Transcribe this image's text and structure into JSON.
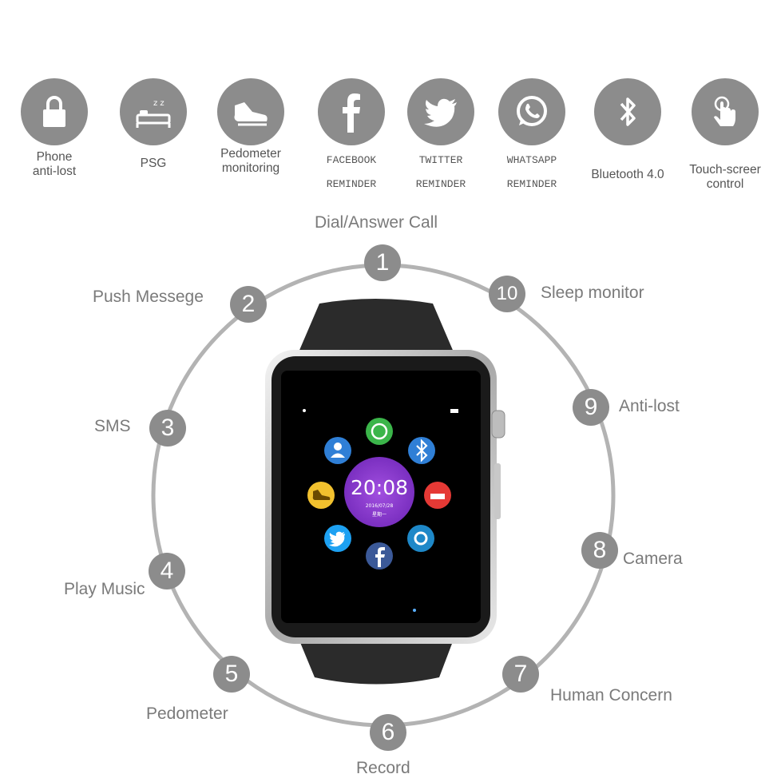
{
  "features": [
    {
      "id": "phone-anti-lost",
      "icon": "lock-icon",
      "label_lines": [
        "Phone",
        "anti-lost"
      ]
    },
    {
      "id": "psg",
      "icon": "sleep-bed-icon",
      "label_lines": [
        "PSG"
      ]
    },
    {
      "id": "pedometer-monitoring",
      "icon": "shoe-icon",
      "label_lines": [
        "Pedometer",
        "monitoring"
      ]
    },
    {
      "id": "facebook-reminder",
      "icon": "facebook-icon",
      "label_lines": [
        "FACEBOOK",
        "REMINDER"
      ]
    },
    {
      "id": "twitter-reminder",
      "icon": "twitter-bird-icon",
      "label_lines": [
        "TWITTER",
        "REMINDER"
      ]
    },
    {
      "id": "whatsapp-reminder",
      "icon": "whatsapp-icon",
      "label_lines": [
        "WHATSAPP",
        "REMINDER"
      ]
    },
    {
      "id": "bluetooth",
      "icon": "bluetooth-icon",
      "label_lines": [
        "Bluetooth 4.0"
      ]
    },
    {
      "id": "touch-screen-control",
      "icon": "touch-hand-icon",
      "label_lines": [
        "Touch-screer",
        "control"
      ]
    }
  ],
  "ring": [
    {
      "number": "1",
      "label": "Dial/Answer Call"
    },
    {
      "number": "2",
      "label": "Push Messege"
    },
    {
      "number": "3",
      "label": "SMS"
    },
    {
      "number": "4",
      "label": "Play Music"
    },
    {
      "number": "5",
      "label": "Pedometer"
    },
    {
      "number": "6",
      "label": "Record"
    },
    {
      "number": "7",
      "label": "Human Concern"
    },
    {
      "number": "8",
      "label": "Camera"
    },
    {
      "number": "9",
      "label": "Anti-lost"
    },
    {
      "number": "10",
      "label": "Sleep monitor"
    }
  ],
  "watch": {
    "time": "20:08",
    "date": "2016/07/28",
    "weekday": "星期一",
    "app_icons": [
      "whatsapp-icon",
      "bluetooth-icon",
      "alarm-icon",
      "camera-icon",
      "facebook-icon",
      "twitter-bird-icon",
      "pedometer-shoe-icon",
      "contacts-icon"
    ],
    "colors": {
      "whatsapp": "#3bb54a",
      "bluetooth": "#2f7fd6",
      "alarm": "#e53935",
      "camera": "#1e88c8",
      "facebook": "#3b5998",
      "twitter": "#1da1f2",
      "pedometer": "#f2c12e",
      "contacts": "#2f7fd6",
      "clock_face": "#8e3fd0"
    }
  },
  "colors": {
    "icon_gray": "#8c8c8c",
    "ring_gray": "#b3b3b3",
    "label_gray": "#7a7a7a"
  }
}
